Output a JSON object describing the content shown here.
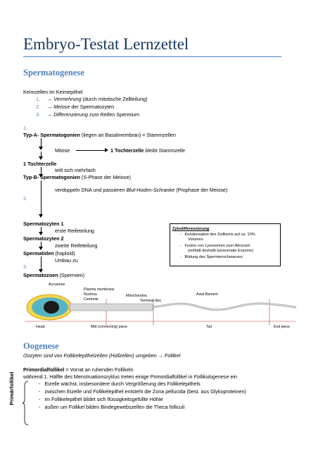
{
  "title": "Embryo-Testat Lernzettel",
  "spermatogenese": {
    "heading": "Spermatogenese",
    "intro": "Keimzellen im Keimepithel",
    "steps": [
      {
        "num": "1.",
        "arrow": "→",
        "text": "Vermehrung",
        "rest": " (durch mitotische Zellteilung)"
      },
      {
        "num": "2.",
        "arrow": "→",
        "text": "Meiose",
        "rest": " der Spermatozyten"
      },
      {
        "num": "3.",
        "arrow": "→",
        "text": "Differenzierung",
        "rest": " zum Reifen Spermium"
      }
    ],
    "flow": {
      "num1": "1.",
      "typA_bold": "Typ-A- Spermatogonien",
      "typA_rest": " (liegen an Basalmembran) = Stammzellen",
      "mitose": "Mitose",
      "tochter_bold": "1 Tochterzelle",
      "tochter_rest": " bleibt Stammzelle",
      "tochter2": "1 Tochterzelle",
      "teilt": "teilt sich mehrfach",
      "typB_bold": "Typ-B- Spermatogonien",
      "typB_rest": " (S-Phase der Meiose)",
      "verdoppeln_a": "verdoppeln DNA und passieren ",
      "verdoppeln_i": "Blut-Hoden-Schranke",
      "verdoppeln_b": " (Prophase der Meiose)",
      "num2": "2.",
      "sz1": "Spermatozyten 1",
      "erste": "erste Reifeteilung",
      "sz2": "Spermatozyten 2",
      "zweite": "zweite Reifeteilung",
      "sid_bold": "Spermatiden",
      "sid_rest": " (haploid)",
      "umbau": "Umbau zu",
      "num3": "3.",
      "soz_bold": "Spermatozoen",
      "soz_rest": " (Spermien)"
    },
    "box": {
      "header": "Zytodifferenzierung",
      "items": [
        {
          "dash": "-",
          "i": "Kondensation",
          "rest": " des Zellkerns auf ca. 10%"
        },
        {
          "dash": "",
          "i": "",
          "rest": "Volumen"
        },
        {
          "dash": "-",
          "i": "",
          "rest": "Fusion von Lysosomen zum ",
          "i2": "Akrosom"
        },
        {
          "dash": "",
          "i": "",
          "rest": "(enthält deshalb lysosomale Enzyme)"
        },
        {
          "dash": "-",
          "i": "",
          "rest": "Bildung des Spermienschwanzes"
        }
      ]
    },
    "figure": {
      "labels": [
        "Acrosome",
        "Plasma membrane",
        "Nucleus",
        "Centriole",
        "Mitochondria",
        "Terminal disc",
        "Axial filament"
      ],
      "bottom": [
        "Head",
        "Mid (connecting) piece",
        "Tail",
        "End piece"
      ]
    }
  },
  "oogenese": {
    "heading": "Oogenese",
    "intro_a": "Oozyten sind von ",
    "intro_i": "Follikelepithelzellen",
    "intro_b": " (Hüllzellen) umgeben ",
    "intro_arrow": "→",
    "intro_i2": "Follikel",
    "prim_bold": "Primordialfollikel",
    "prim_rest": " = Vorrat an ruhenden Follikeln",
    "waehrend_a": "während 1. Hälfte des Menstruationszyklus treten einige Primordialfollikel in ",
    "waehrend_i": "Follikulogenese",
    "waehrend_b": " ein",
    "bullets": [
      "Eizelle wächst, insbesondere durch Vergrößerung des Follikelepithels",
      "zwischen Eizelle und Follikelepithel entsteht die Zona pellucida (best. aus Glykoproteinen)",
      "im Follikelepithel bildet sich flüssigkeitsgefüllte Höhle",
      "außen um Follikel bilden Bindegewebszellen die Theca folliculi"
    ],
    "side_label": "Primärfollikel"
  }
}
